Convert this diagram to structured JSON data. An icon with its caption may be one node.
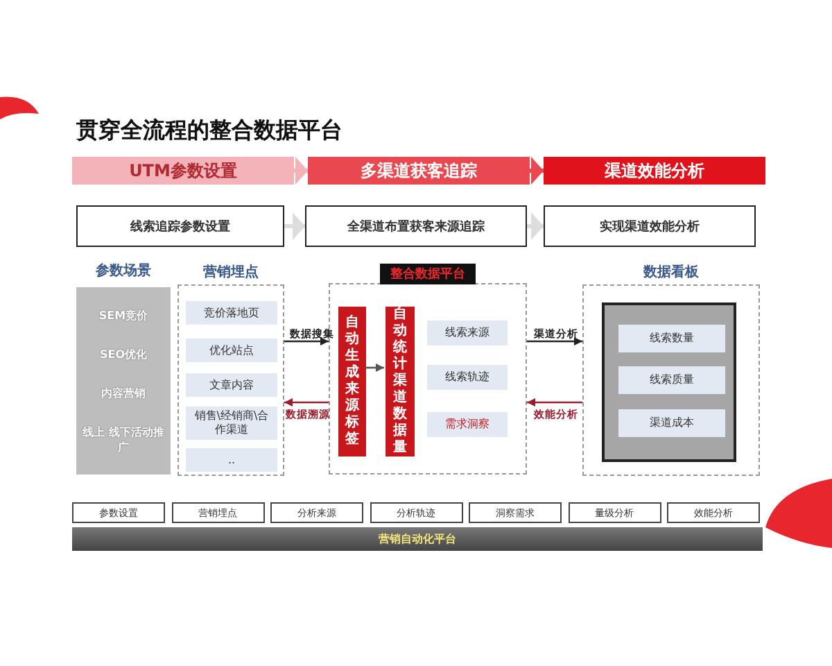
{
  "diagram": {
    "title": "贯穿全流程的整合数据平台",
    "nodes": [
      {
        "text": [
          "UTM参数设置"
        ]
      },
      {
        "text": [
          "多渠道获客追踪"
        ]
      },
      {
        "text": [
          "渠道效能分析"
        ]
      },
      {
        "text": [
          "线索追踪参数设置"
        ]
      },
      {
        "text": [
          "全渠道布置获客来源追踪"
        ]
      },
      {
        "text": [
          "实现渠道效能分析"
        ]
      },
      {
        "text": [
          "参数场景",
          "SEM竞价",
          "SEO优化",
          "内容营销",
          "线上 线下活动推广"
        ]
      },
      {
        "text": [
          "营销埋点"
        ]
      },
      {
        "text": [
          "竞价落地页"
        ],
        "in": 7
      },
      {
        "text": [
          "优化站点"
        ],
        "in": 7
      },
      {
        "text": [
          "文章内容"
        ],
        "in": 7
      },
      {
        "text": [
          "销售\\经销商\\合作渠道"
        ],
        "in": 7
      },
      {
        "text": [
          ".."
        ],
        "in": 7
      },
      {
        "text": [
          "整合数据平台"
        ]
      },
      {
        "text": [
          "自动生成来源标签"
        ],
        "in": 13
      },
      {
        "text": [
          "自动统计渠道数据量"
        ],
        "in": 13
      },
      {
        "text": [
          "线索来源"
        ],
        "in": 13
      },
      {
        "text": [
          "线索轨迹"
        ],
        "in": 13
      },
      {
        "text": [
          "需求洞察"
        ],
        "in": 13
      },
      {
        "text": [
          "数据看板"
        ]
      },
      {
        "text": [],
        "shape": "box",
        "in": 19
      },
      {
        "text": [
          "线索数量"
        ],
        "in": 20
      },
      {
        "text": [
          "线索质量"
        ],
        "in": 20
      },
      {
        "text": [
          "渠道成本"
        ],
        "in": 20
      },
      {
        "text": [
          "参数设置"
        ]
      },
      {
        "text": [
          "营销埋点"
        ]
      },
      {
        "text": [
          "分析来源"
        ]
      },
      {
        "text": [
          "分析轨迹"
        ]
      },
      {
        "text": [
          "洞察需求"
        ]
      },
      {
        "text": [
          "量级分析"
        ]
      },
      {
        "text": [
          "效能分析"
        ]
      },
      {
        "text": [
          "营销自动化平台"
        ]
      }
    ],
    "edges": [
      {
        "from": 3,
        "to": 4,
        "arrow": "to",
        "style": "thick",
        "color": "#dddddd"
      },
      {
        "from": 4,
        "to": 5,
        "arrow": "to",
        "style": "thick",
        "color": "#dddddd"
      },
      {
        "from": 7,
        "to": 13,
        "arrow": "to",
        "label": "数据搜集",
        "color": "#222222"
      },
      {
        "from": 13,
        "to": 7,
        "arrow": "to",
        "label": "数据溯源",
        "color": "#9b1c2c"
      },
      {
        "from": 14,
        "to": 15,
        "arrow": "to",
        "color": "#555555"
      },
      {
        "from": 13,
        "to": 19,
        "arrow": "to",
        "label": "渠道分析",
        "color": "#222222"
      },
      {
        "from": 19,
        "to": 13,
        "arrow": "to",
        "label": "效能分析",
        "color": "#9b1c2c"
      },
      {
        "from": 0,
        "to": 1,
        "arrow": "to",
        "style": "thick",
        "color": "#f4b3b8"
      },
      {
        "from": 1,
        "to": 2,
        "arrow": "to",
        "style": "thick",
        "color": "#ea4850"
      }
    ]
  }
}
